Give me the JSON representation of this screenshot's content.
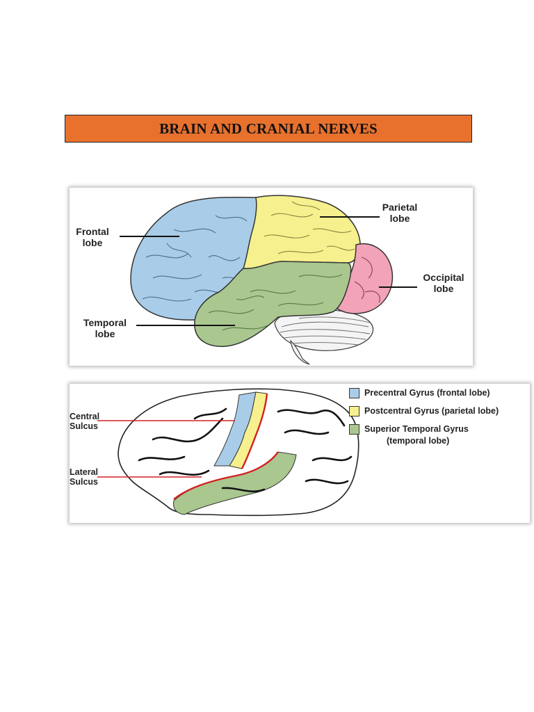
{
  "page": {
    "title": "BRAIN AND CRANIAL NERVES"
  },
  "figure1": {
    "labels": {
      "frontal_line1": "Frontal",
      "frontal_line2": "lobe",
      "parietal_line1": "Parietal",
      "parietal_line2": "lobe",
      "occipital_line1": "Occipital",
      "occipital_line2": "lobe",
      "temporal_line1": "Temporal",
      "temporal_line2": "lobe"
    },
    "colors": {
      "frontal": "#a9cde8",
      "parietal": "#f6f08e",
      "occipital": "#f2a3b8",
      "temporal": "#a9c78f"
    }
  },
  "figure2": {
    "labels": {
      "central_line1": "Central",
      "central_line2": "Sulcus",
      "lateral_line1": "Lateral",
      "lateral_line2": "Sulcus"
    },
    "legend": [
      {
        "text": "Precentral Gyrus (frontal lobe)",
        "color": "#a9cde8"
      },
      {
        "text": "Postcentral Gyrus (parietal lobe)",
        "color": "#f6f08e"
      },
      {
        "text": "Superior Temporal Gyrus",
        "color": "#a9c78f"
      }
    ],
    "legend_extra": "(temporal lobe)"
  }
}
